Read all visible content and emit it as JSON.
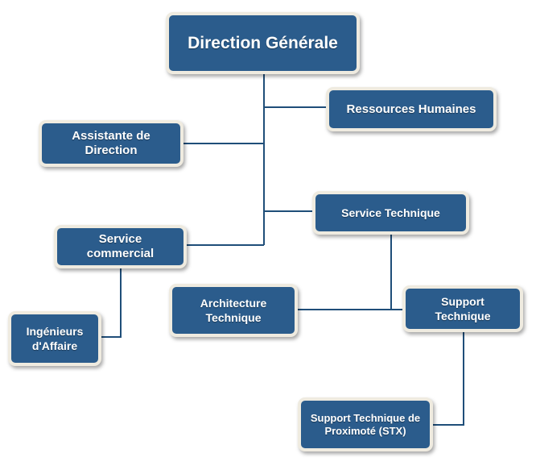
{
  "colors": {
    "box_fill": "#2b5c8c",
    "box_border": "#efebe0",
    "connector": "#1f4e79"
  },
  "nodes": {
    "direction_generale": "Direction Générale",
    "ressources_humaines": "Ressources Humaines",
    "assistante_direction": "Assistante de Direction",
    "service_technique": "Service Technique",
    "service_commercial": "Service commercial",
    "architecture_technique": "Architecture Technique",
    "support_technique": "Support Technique",
    "ingenieurs_affaire": "Ingénieurs d'Affaire",
    "support_proximite": "Support Technique de Proximoté (STX)"
  }
}
